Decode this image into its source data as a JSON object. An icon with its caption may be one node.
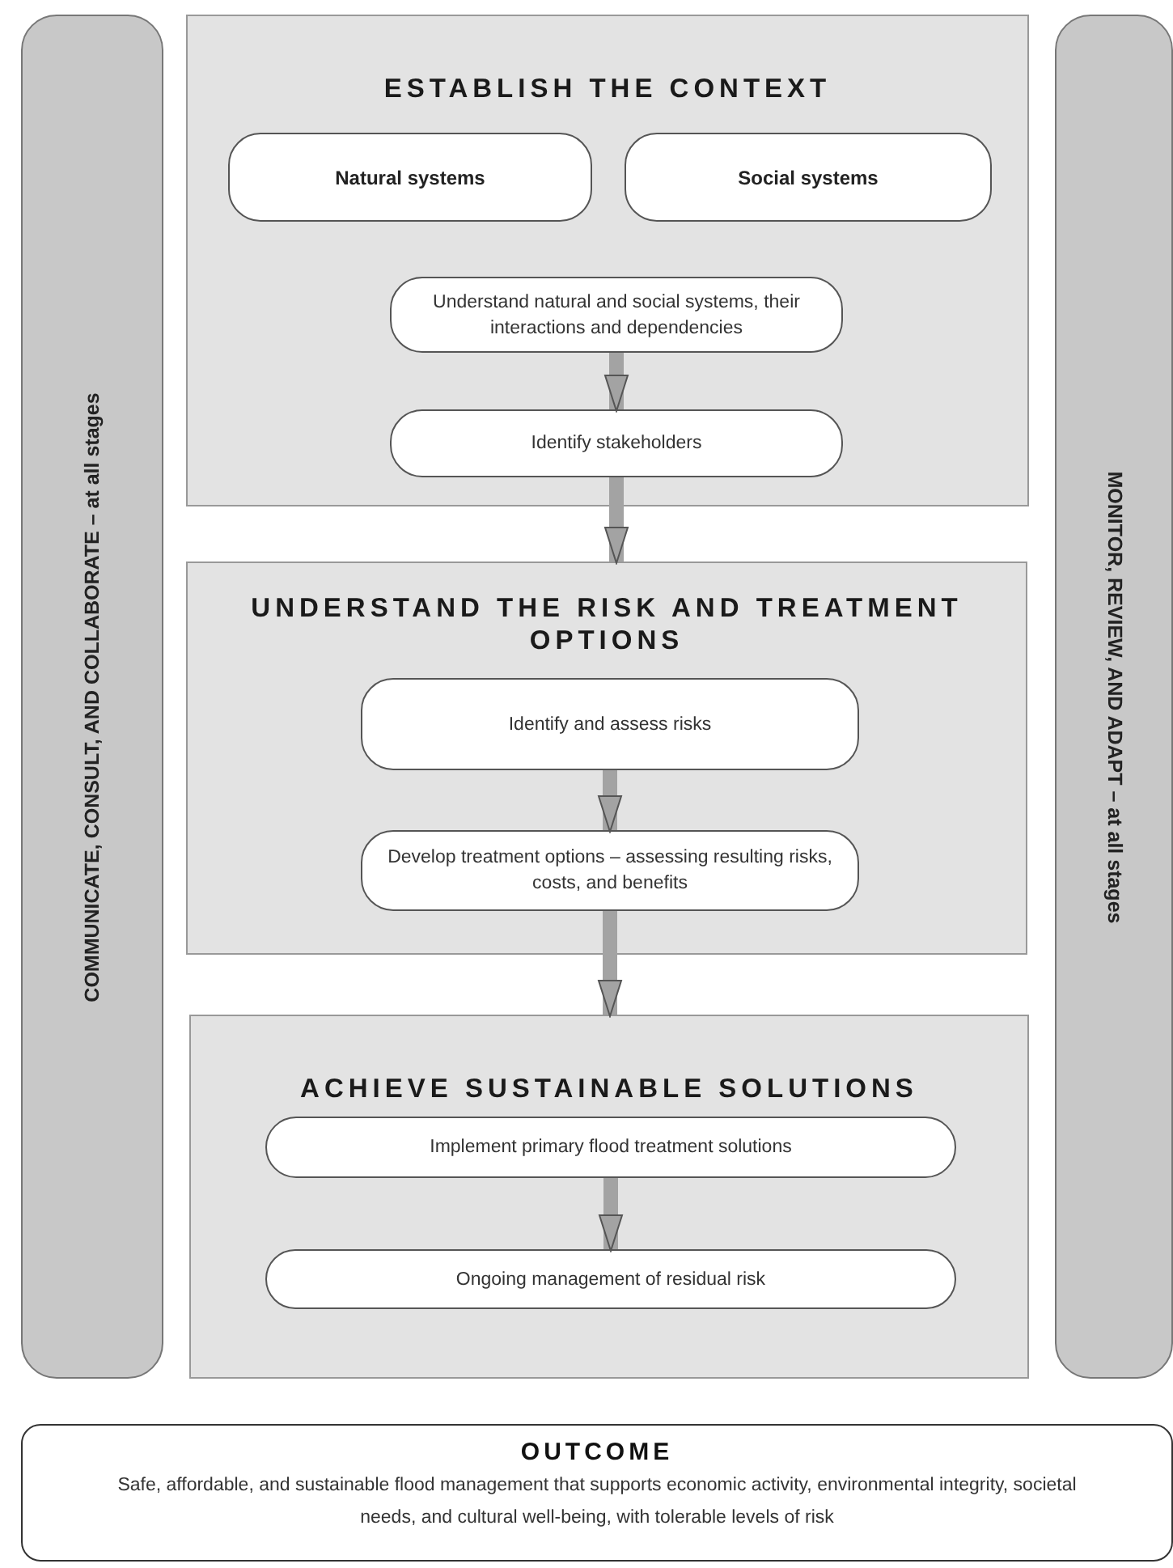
{
  "diagram": {
    "nodes": [
      {
        "text": [
          "COMMUNICATE, CONSULT, AND COLLABORATE – at all stages"
        ]
      },
      {
        "text": [
          "ESTABLISH THE CONTEXT"
        ]
      },
      {
        "text": [
          "Natural systems"
        ],
        "in": 1
      },
      {
        "text": [
          "Social systems"
        ],
        "in": 1
      },
      {
        "text": [
          "Understand natural and social systems, their interactions and dependencies"
        ],
        "in": 1
      },
      {
        "text": [
          "Identify stakeholders"
        ],
        "in": 1
      },
      {
        "text": [
          "UNDERSTAND THE RISK AND TREATMENT OPTIONS"
        ]
      },
      {
        "text": [
          "Identify and assess risks"
        ],
        "in": 6
      },
      {
        "text": [
          "Develop treatment options – assessing resulting risks, costs, and benefits"
        ],
        "in": 6
      },
      {
        "text": [
          "ACHIEVE SUSTAINABLE SOLUTIONS"
        ]
      },
      {
        "text": [
          "Implement primary flood treatment solutions"
        ],
        "in": 9
      },
      {
        "text": [
          "Ongoing management of residual risk"
        ],
        "in": 9
      },
      {
        "text": [
          "MONITOR, REVIEW, AND ADAPT – at all stages"
        ]
      },
      {
        "text": [
          "OUTCOME",
          "Safe, affordable, and sustainable flood management that supports economic activity, environmental integrity, societal needs, and cultural well-being, with tolerable levels of risk"
        ]
      }
    ],
    "edges": [
      {
        "from": 4,
        "to": 5,
        "arrow": "to"
      },
      {
        "from": 5,
        "to": 6,
        "arrow": "to"
      },
      {
        "from": 7,
        "to": 8,
        "arrow": "to"
      },
      {
        "from": 8,
        "to": 9,
        "arrow": "to"
      },
      {
        "from": 10,
        "to": 11,
        "arrow": "to"
      }
    ]
  }
}
